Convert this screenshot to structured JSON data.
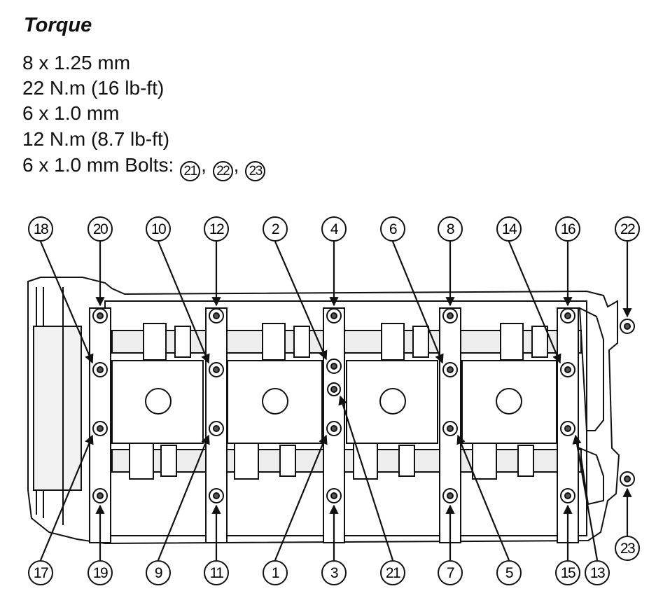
{
  "heading": "Torque",
  "specs": {
    "line1": "8 x 1.25 mm",
    "line2": "22 N.m (16 lb-ft)",
    "line3": "6 x 1.0 mm",
    "line4": "12 N.m (8.7 lb-ft)",
    "line5_prefix": "6 x 1.0 mm Bolts:",
    "line5_callouts": [
      "21",
      "22",
      "23"
    ],
    "separator": ","
  },
  "callouts_top": [
    "18",
    "20",
    "10",
    "12",
    "2",
    "4",
    "6",
    "8",
    "14",
    "16",
    "22"
  ],
  "callouts_bottom": [
    "17",
    "19",
    "9",
    "11",
    "1",
    "3",
    "21",
    "7",
    "5",
    "15",
    "13",
    "23"
  ],
  "colors": {
    "ink": "#111111",
    "paper": "#ffffff",
    "shade": "#e6e6e6"
  }
}
